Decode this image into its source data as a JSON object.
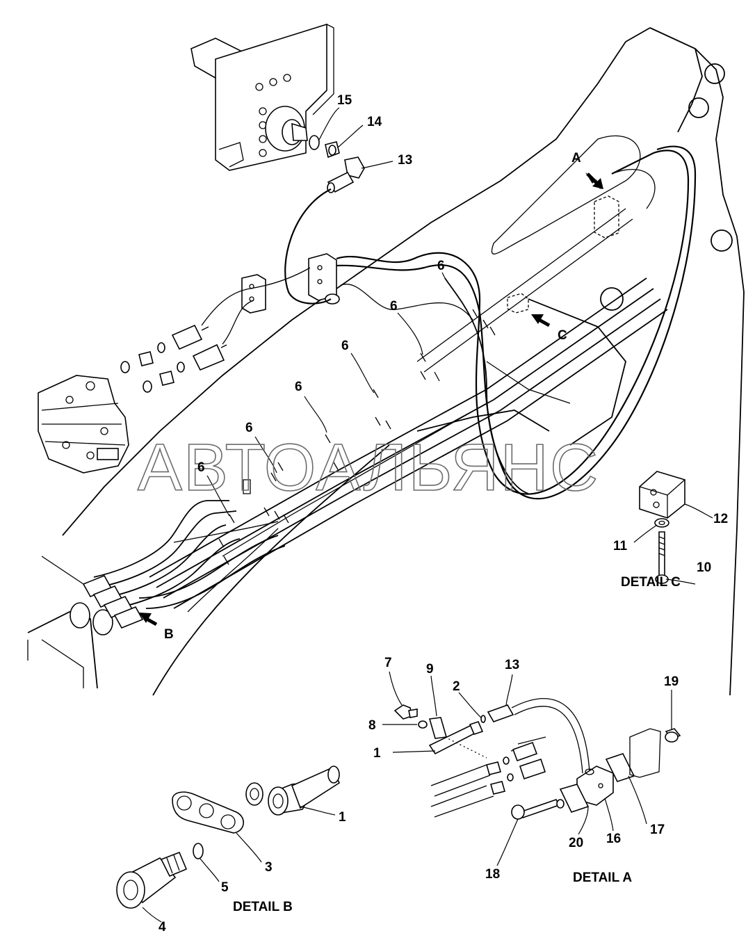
{
  "diagram": {
    "watermark": "АВТОАЛЬЯНС",
    "details": {
      "a": "DETAIL A",
      "b": "DETAIL B",
      "c": "DETAIL C"
    },
    "view_letters": {
      "a": "A",
      "b": "B",
      "c": "C"
    },
    "callouts": {
      "p15": "15",
      "p14": "14",
      "p13_top": "13",
      "p6_a": "6",
      "p6_b": "6",
      "p6_c": "6",
      "p6_d": "6",
      "p6_e": "6",
      "p6_f": "6",
      "p12": "12",
      "p11": "11",
      "p10": "10",
      "p7": "7",
      "p9": "9",
      "p2": "2",
      "p13_det": "13",
      "p19": "19",
      "p8": "8",
      "p1_det": "1",
      "p17": "17",
      "p16": "16",
      "p20": "20",
      "p18": "18",
      "p1_b": "1",
      "p3": "3",
      "p5": "5",
      "p4": "4"
    }
  }
}
